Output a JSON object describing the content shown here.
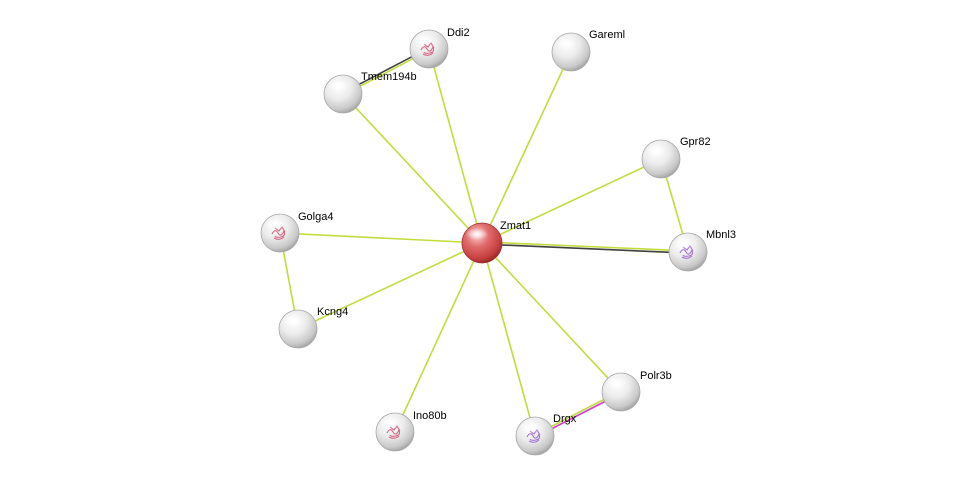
{
  "network": {
    "center": "Zmat1",
    "nodes": [
      {
        "id": "Zmat1",
        "label": "Zmat1",
        "color": "#d44a4a",
        "structure": false
      },
      {
        "id": "Ddi2",
        "label": "Ddi2",
        "color": "#e4e4e4",
        "structure": true,
        "structure_color": "#d24f72"
      },
      {
        "id": "Gareml",
        "label": "Gareml",
        "color": "#e4e4e4",
        "structure": false
      },
      {
        "id": "Tmem194b",
        "label": "Tmem194b",
        "color": "#e4e4e4",
        "structure": false
      },
      {
        "id": "Gpr82",
        "label": "Gpr82",
        "color": "#e4e4e4",
        "structure": false
      },
      {
        "id": "Golga4",
        "label": "Golga4",
        "color": "#e4e4e4",
        "structure": true,
        "structure_color": "#d24f72"
      },
      {
        "id": "Mbnl3",
        "label": "Mbnl3",
        "color": "#e4e4e4",
        "structure": true,
        "structure_color": "#9a5fd6"
      },
      {
        "id": "Kcng4",
        "label": "Kcng4",
        "color": "#e4e4e4",
        "structure": false
      },
      {
        "id": "Polr3b",
        "label": "Polr3b",
        "color": "#e4e4e4",
        "structure": false
      },
      {
        "id": "Ino80b",
        "label": "Ino80b",
        "color": "#e4e4e4",
        "structure": true,
        "structure_color": "#d24f72"
      },
      {
        "id": "Drgx",
        "label": "Drgx",
        "color": "#e4e4e4",
        "structure": true,
        "structure_color": "#9a5fd6"
      }
    ],
    "edges": [
      {
        "from": "Zmat1",
        "to": "Ddi2",
        "colors": [
          "#c2dc3a"
        ]
      },
      {
        "from": "Zmat1",
        "to": "Gareml",
        "colors": [
          "#c2dc3a"
        ]
      },
      {
        "from": "Zmat1",
        "to": "Tmem194b",
        "colors": [
          "#c2dc3a"
        ]
      },
      {
        "from": "Zmat1",
        "to": "Gpr82",
        "colors": [
          "#c2dc3a"
        ]
      },
      {
        "from": "Zmat1",
        "to": "Golga4",
        "colors": [
          "#c2dc3a"
        ]
      },
      {
        "from": "Zmat1",
        "to": "Mbnl3",
        "colors": [
          "#c2dc3a",
          "#404040"
        ]
      },
      {
        "from": "Zmat1",
        "to": "Kcng4",
        "colors": [
          "#c2dc3a"
        ]
      },
      {
        "from": "Zmat1",
        "to": "Polr3b",
        "colors": [
          "#c2dc3a"
        ]
      },
      {
        "from": "Zmat1",
        "to": "Ino80b",
        "colors": [
          "#c2dc3a"
        ]
      },
      {
        "from": "Zmat1",
        "to": "Drgx",
        "colors": [
          "#c2dc3a"
        ]
      },
      {
        "from": "Ddi2",
        "to": "Tmem194b",
        "colors": [
          "#c2dc3a",
          "#404040"
        ]
      },
      {
        "from": "Gpr82",
        "to": "Mbnl3",
        "colors": [
          "#c2dc3a"
        ]
      },
      {
        "from": "Golga4",
        "to": "Kcng4",
        "colors": [
          "#c2dc3a"
        ]
      },
      {
        "from": "Drgx",
        "to": "Polr3b",
        "colors": [
          "#c2dc3a",
          "#d23ccd"
        ]
      }
    ]
  }
}
